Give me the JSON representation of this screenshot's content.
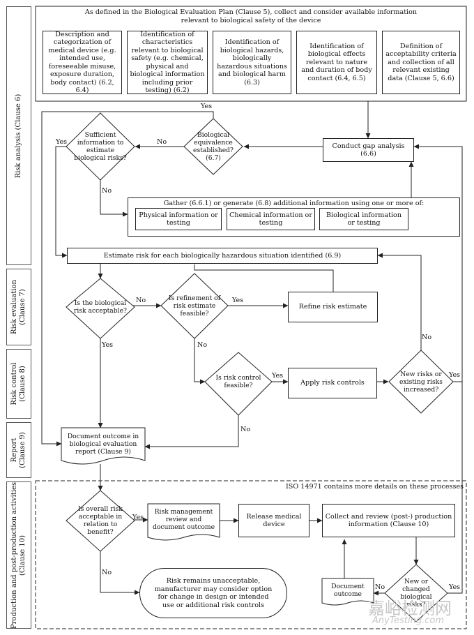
{
  "lanes": {
    "risk_analysis": "Risk analysis (Clause 6)",
    "risk_evaluation": "Risk evaluation\n(Clause 7)",
    "risk_control": "Risk control\n(Clause 8)",
    "report": "Report\n(Clause 9)",
    "production": "Production and post-production activities\n(Clause 10)"
  },
  "top": {
    "heading": "As defined in the Biological Evaluation Plan (Clause 5), collect and consider available information relevant to biological safety of the device",
    "boxes": [
      "Description and categorization of medical device (e.g. intended use, foreseeable misuse, exposure duration, body contact) (6.2, 6.4)",
      "Identification of characteristics relevant to biological safety (e.g. chemical, physical and biological information including prior testing) (6.2)",
      "Identification of biological hazards, biologically hazardous situations and biological harm (6.3)",
      "Identification of biological effects relevant to nature and duration of body contact (6.4, 6.5)",
      "Definition of acceptability criteria and collection of all relevant existing data (Clause 5, 6.6)"
    ]
  },
  "nodes": {
    "gap": "Conduct gap analysis (6.6)",
    "equivalence": "Biological equivalence established? (6.7)",
    "sufficient": "Sufficient information to estimate biological risks?",
    "gather": "Gather (6.6.1) or generate (6.8) additional information using one or more of:",
    "physical": "Physical information or testing",
    "chemical": "Chemical information or testing",
    "biological": "Biological  information or testing",
    "estimate": "Estimate risk for each biologically hazardous situation identified (6.9)",
    "acceptable": "Is the biological risk acceptable?",
    "refinement": "Is refinement of risk estimate feasible?",
    "refine": "Refine risk estimate",
    "control_feasible": "Is risk control feasible?",
    "apply": "Apply risk controls",
    "new_risks": "New risks or existing risks increased?",
    "document": "Document outcome in biological evaluation report (Clause 9)",
    "iso_note": "ISO 14971 contains more details on these processes",
    "overall": "Is overall risk acceptable in relation to benefit?",
    "rm_review": "Risk management review and document outcome",
    "release": "Release medical device",
    "collect": "Collect and review (post-) production information (Clause 10)",
    "new_changed": "New or changed biological risks?",
    "doc_outcome": "Document outcome",
    "unacceptable": "Risk remains unacceptable, manufacturer may consider option for change in design or intended use or additional risk controls"
  },
  "labels": {
    "yes": "Yes",
    "no": "No"
  },
  "watermark": {
    "cn": "嘉峪检测网",
    "en": "AnyTesting.com"
  }
}
